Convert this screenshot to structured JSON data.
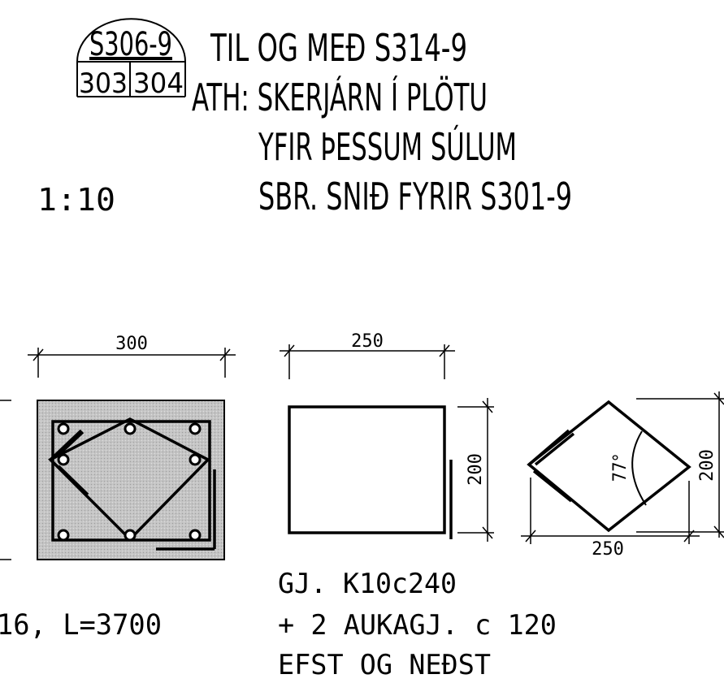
{
  "title_block": {
    "section_ref": "S306-9",
    "sheet_left": "303",
    "sheet_right": "304",
    "line1": "TIL OG MEÐ S314-9",
    "line2": "ATH: SKERJÁRN Í PLÖTU",
    "line3": "YFIR ÞESSUM SÚLUM",
    "line4": "SBR. SNIÐ FYRIR S301-9",
    "scale": "1:10"
  },
  "column_section": {
    "width_dim": "300",
    "bar_note": "16, L=3700"
  },
  "stirrup_rect": {
    "width_dim": "250",
    "height_dim": "200"
  },
  "stirrup_diamond": {
    "angle": "77°",
    "height_dim": "200",
    "width_dim": "250"
  },
  "stirrup_note": {
    "line1": "GJ. K10c240",
    "line2": "+ 2 AUKAGJ. c 120",
    "line3": "EFST OG NEÐST"
  },
  "colors": {
    "ink": "#000000",
    "concrete_fill": "#bdbdbd",
    "background": "#ffffff"
  }
}
